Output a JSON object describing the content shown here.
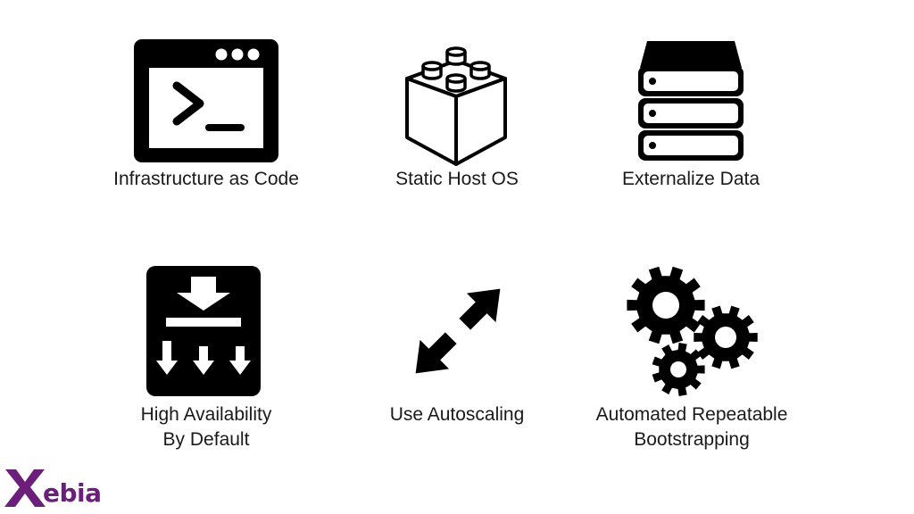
{
  "slide": {
    "items": [
      {
        "label": "Infrastructure as Code",
        "icon": "terminal-window-icon"
      },
      {
        "label": "Static Host OS",
        "icon": "building-blocks-icon"
      },
      {
        "label": "Externalize Data",
        "icon": "database-server-stack-icon"
      },
      {
        "label_line1": "High Availability",
        "label_line2": "By Default",
        "icon": "load-distribution-icon"
      },
      {
        "label": "Use Autoscaling",
        "icon": "diagonal-resize-arrows-icon"
      },
      {
        "label_line1": "Automated Repeatable",
        "label_line2": "Bootstrapping",
        "icon": "gears-icon"
      }
    ]
  },
  "branding": {
    "logo_text": "Xebia",
    "logo_color": "#6b1f7a"
  },
  "colors": {
    "icon": "#000000",
    "text": "#1a1a1a",
    "background": "#ffffff"
  }
}
